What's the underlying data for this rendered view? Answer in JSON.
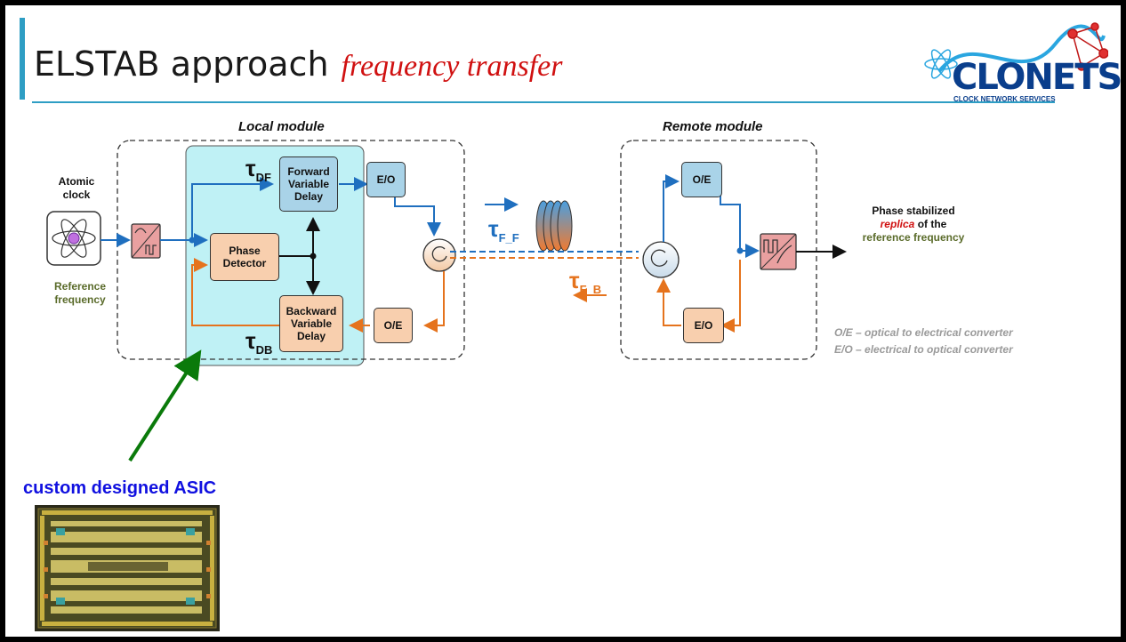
{
  "title": "ELSTAB approach",
  "subtitle": "frequency transfer",
  "logo": {
    "word": "CLONETS",
    "tagline": "CLOCK NETWORK SERVICES"
  },
  "diagram": {
    "local_module_label": "Local module",
    "remote_module_label": "Remote module",
    "atomic_clock_label": "Atomic clock",
    "reference_frequency_label": "Reference frequency",
    "forward_delay_label": "Forward Variable Delay",
    "phase_detector_label": "Phase Detector",
    "backward_delay_label": "Backward Variable Delay",
    "eo_label": "E/O",
    "oe_label": "O/E",
    "tau_symbol": "τ",
    "tau_df_sub": "DF",
    "tau_db_sub": "DB",
    "tau_ff_sub": "F_F",
    "tau_fb_sub": "F_B",
    "output_line1": "Phase stabilized",
    "output_replica": "replica",
    "output_of_the": "of the",
    "output_line3": "reference frequency",
    "legend_oe": "O/E – optical to electrical converter",
    "legend_eo": "E/O – electrical to optical converter"
  },
  "asic_label": "custom designed ASIC",
  "colors": {
    "accent": "#2e9ec4",
    "subtitle": "#d01010",
    "forward_path": "#1f6fbf",
    "backward_path": "#e5731d",
    "asic_highlight": "#bff1f5",
    "asic_arrow": "#0a7a0a",
    "asic_label": "#1010e0",
    "reference_label": "#5a6b2a"
  }
}
